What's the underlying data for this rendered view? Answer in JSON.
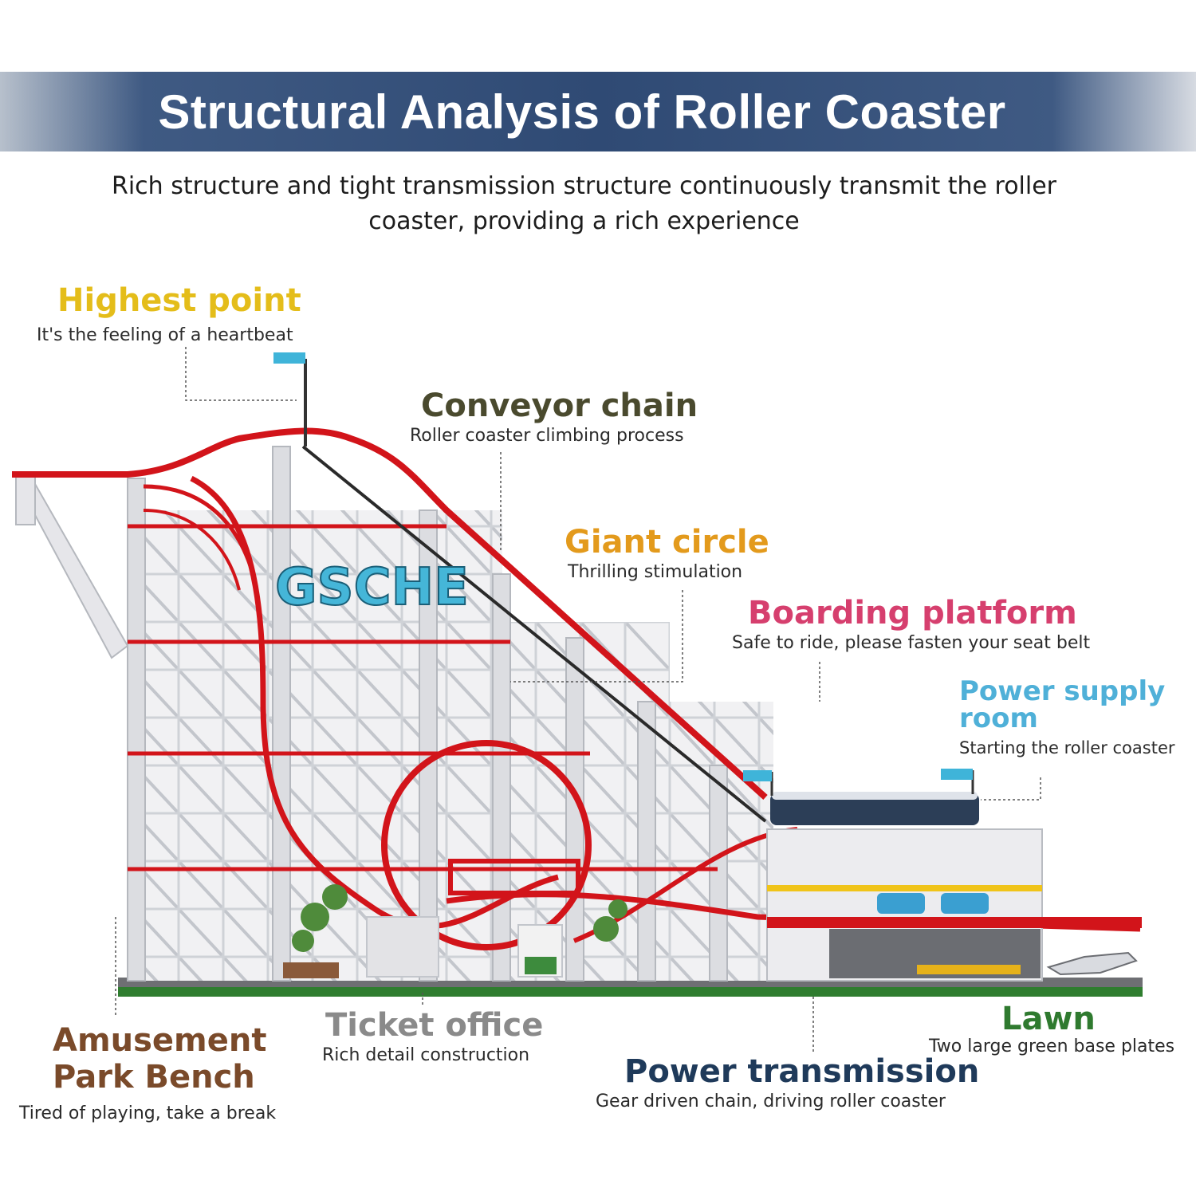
{
  "header": {
    "title": "Structural Analysis of Roller Coaster",
    "subtitle": "Rich structure and tight transmission structure continuously transmit the roller coaster, providing a rich experience"
  },
  "model": {
    "sign_text": "GSCHE",
    "colors": {
      "track": "#d2141a",
      "frame": "#e9e9ec",
      "frame_line": "#b9bcc2",
      "base": "#2f7d2f",
      "sign": "#45b6d8",
      "chain": "#2a2a2a"
    }
  },
  "callouts": {
    "highest_point": {
      "title": "Highest point",
      "desc": "It's the feeling of a heartbeat",
      "color": "#e4bd1a"
    },
    "conveyor_chain": {
      "title": "Conveyor chain",
      "desc": "Roller coaster climbing process",
      "color": "#4a4a2e"
    },
    "giant_circle": {
      "title": "Giant circle",
      "desc": "Thrilling stimulation",
      "color": "#e39a1c"
    },
    "boarding_platform": {
      "title": "Boarding platform",
      "desc": "Safe to ride, please fasten your seat belt",
      "color": "#d63f6e"
    },
    "power_supply_room": {
      "title_line1": "Power supply",
      "title_line2": "room",
      "desc": "Starting the roller coaster",
      "color": "#4fb0d8"
    },
    "amusement_bench": {
      "title_line1": "Amusement",
      "title_line2": "Park Bench",
      "desc": "Tired of playing, take a break",
      "color": "#7a4a2a"
    },
    "ticket_office": {
      "title": "Ticket office",
      "desc": "Rich detail construction",
      "color": "#8a8a8a"
    },
    "power_transmission": {
      "title": "Power transmission",
      "desc": "Gear driven chain, driving roller coaster",
      "color": "#1f3a5a"
    },
    "lawn": {
      "title": "Lawn",
      "desc": "Two large green base plates",
      "color": "#2f7a2f"
    }
  }
}
